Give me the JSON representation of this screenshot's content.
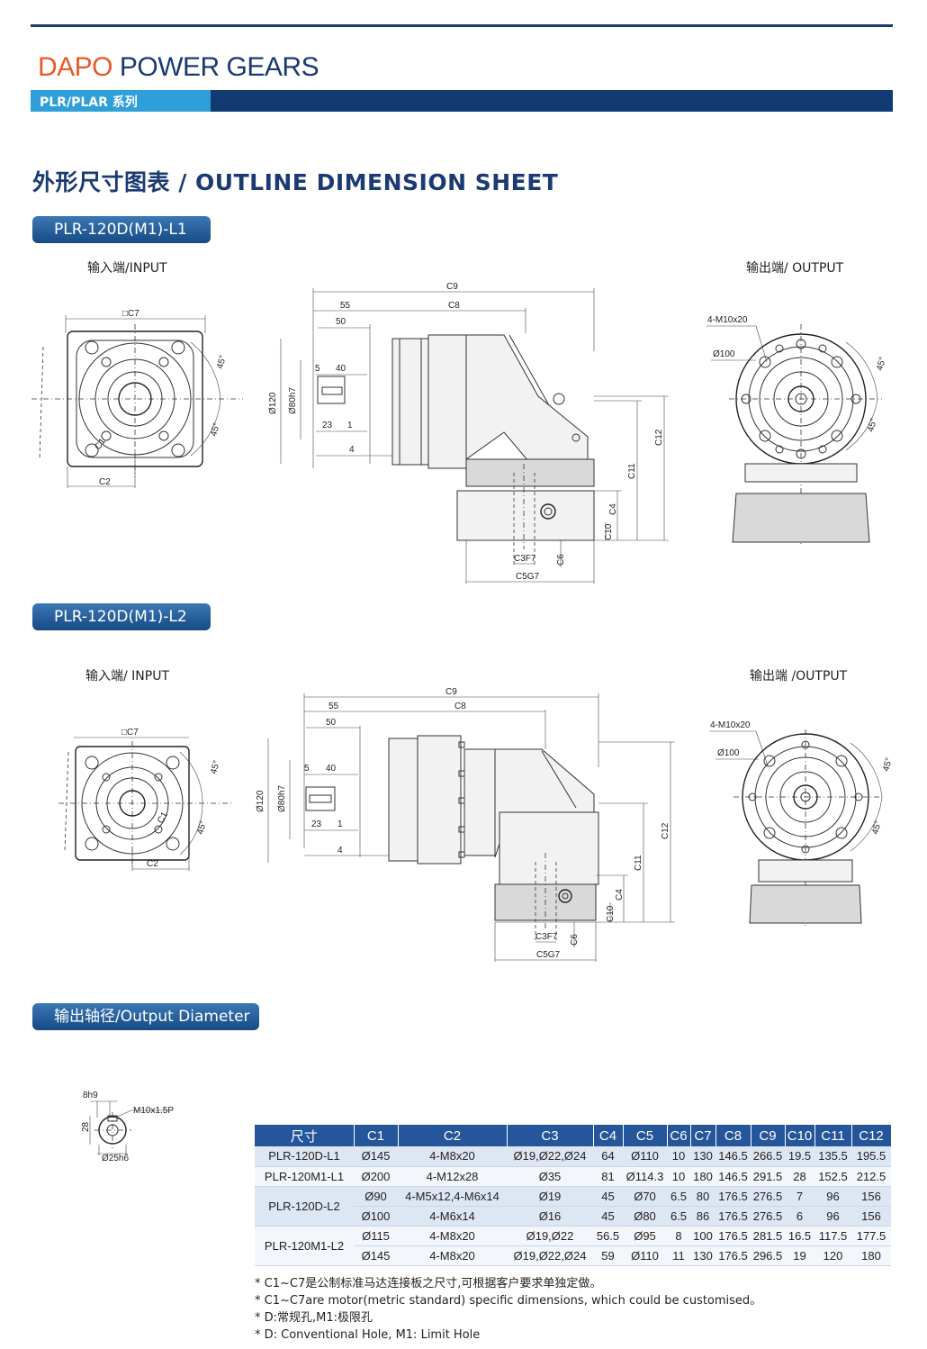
{
  "header": {
    "brand_prefix": "DAPO",
    "brand_rest": "POWER GEARS",
    "series": "PLR/PLAR 系列",
    "sheet_title": "外形尺寸图表 / OUTLINE DIMENSION SHEET"
  },
  "sections": [
    {
      "title": "PLR-120D(M1)-L1",
      "input_label": "输入端/INPUT",
      "output_label": "输出端/ OUTPUT"
    },
    {
      "title": "PLR-120D(M1)-L2",
      "input_label": "输入端/ INPUT",
      "output_label": "输出端 /OUTPUT"
    }
  ],
  "drawing_labels": {
    "c7": "□C7",
    "c2": "C2",
    "c1": "C1",
    "c9": "C9",
    "c8": "C8",
    "c12": "C12",
    "c11": "C11",
    "c4": "C4",
    "c10": "C10",
    "c3": "C3F7",
    "c5": "C5G7",
    "c6": "C6",
    "d55": "55",
    "d50": "50",
    "d5": "5",
    "d40": "40",
    "d23": "23",
    "d1": "1",
    "d4": "4",
    "d120": "Ø120",
    "d80": "Ø80h7",
    "m10": "4-M10x20",
    "d100": "Ø100",
    "deg45": "45°"
  },
  "output_diameter": {
    "title": "输出轴径/Output Diameter",
    "key": "8h9",
    "thread": "M10x1.5P",
    "height": "28",
    "diameter": "Ø25h6"
  },
  "table": {
    "headers": [
      "尺寸",
      "C1",
      "C2",
      "C3",
      "C4",
      "C5",
      "C6",
      "C7",
      "C8",
      "C9",
      "C10",
      "C11",
      "C12"
    ],
    "rows": [
      {
        "model": "PLR-120D-L1",
        "span": 1,
        "cells": [
          "Ø145",
          "4-M8x20",
          "Ø19,Ø22,Ø24",
          "64",
          "Ø110",
          "10",
          "130",
          "146.5",
          "266.5",
          "19.5",
          "135.5",
          "195.5"
        ]
      },
      {
        "model": "PLR-120M1-L1",
        "span": 1,
        "cells": [
          "Ø200",
          "4-M12x28",
          "Ø35",
          "81",
          "Ø114.3",
          "10",
          "180",
          "146.5",
          "291.5",
          "28",
          "152.5",
          "212.5"
        ]
      },
      {
        "model": "PLR-120D-L2",
        "span": 2,
        "cells": [
          "Ø90",
          "4-M5x12,4-M6x14",
          "Ø19",
          "45",
          "Ø70",
          "6.5",
          "80",
          "176.5",
          "276.5",
          "7",
          "96",
          "156"
        ]
      },
      {
        "model": "",
        "span": 0,
        "cells": [
          "Ø100",
          "4-M6x14",
          "Ø16",
          "45",
          "Ø80",
          "6.5",
          "86",
          "176.5",
          "276.5",
          "6",
          "96",
          "156"
        ]
      },
      {
        "model": "PLR-120M1-L2",
        "span": 2,
        "cells": [
          "Ø115",
          "4-M8x20",
          "Ø19,Ø22",
          "56.5",
          "Ø95",
          "8",
          "100",
          "176.5",
          "281.5",
          "16.5",
          "117.5",
          "177.5"
        ]
      },
      {
        "model": "",
        "span": 0,
        "cells": [
          "Ø145",
          "4-M8x20",
          "Ø19,Ø22,Ø24",
          "59",
          "Ø110",
          "11",
          "130",
          "176.5",
          "296.5",
          "19",
          "120",
          "180"
        ]
      }
    ]
  },
  "notes": [
    "* C1~C7是公制标准马达连接板之尺寸,可根据客户要求单独定做。",
    "* C1~C7are motor(metric standard)  specific dimensions, which could be customised。",
    "* D:常规孔,M1:极限孔",
    "* D: Conventional Hole, M1: Limit Hole"
  ],
  "colors": {
    "brand_orange": "#e8582a",
    "navy": "#1b3a73",
    "accent_blue": "#2e9fd8",
    "table_header": "#25559a"
  }
}
